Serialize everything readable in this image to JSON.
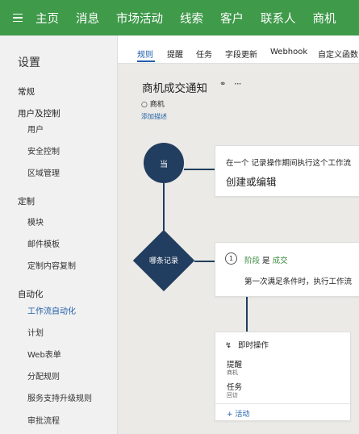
{
  "topnav": {
    "items": [
      "主页",
      "消息",
      "市场活动",
      "线索",
      "客户",
      "联系人",
      "商机"
    ]
  },
  "sidebar": {
    "title": "设置",
    "sections": [
      {
        "label": "常规",
        "items": []
      },
      {
        "label": "用户及控制",
        "items": [
          "用户",
          "安全控制",
          "区域管理"
        ]
      },
      {
        "label": "定制",
        "items": [
          "模块",
          "邮件模板",
          "定制内容复制"
        ]
      },
      {
        "label": "自动化",
        "items": [
          "工作流自动化",
          "计划",
          "Web表单",
          "分配规则",
          "服务支持升级规则",
          "审批流程"
        ]
      }
    ],
    "active_item": "工作流自动化"
  },
  "tabs": [
    "规则",
    "提醒",
    "任务",
    "字段更新",
    "Webhook",
    "自定义函数"
  ],
  "workflow": {
    "title": "商机成交通知",
    "object": "商机",
    "add_description": "添加描述",
    "when_node": "当",
    "which_node": "哪条记录",
    "trigger": {
      "line1": "在一个 记录操作期间执行这个工作流",
      "line2": "创建或编辑"
    },
    "condition": {
      "number": "1",
      "field": "阶段",
      "op": "是",
      "value": "成交",
      "line2": "第一次满足条件时，执行工作流"
    },
    "actions": {
      "header": "即时操作",
      "list": [
        {
          "title": "提醒",
          "sub": "商机"
        },
        {
          "title": "任务",
          "sub": "回访"
        }
      ],
      "add_label": "+ 活动"
    }
  },
  "colors": {
    "nav_bg": "#3f9a4a",
    "node": "#213d5f",
    "link": "#1f5fa8",
    "stage_value": "#3a8a3f"
  }
}
